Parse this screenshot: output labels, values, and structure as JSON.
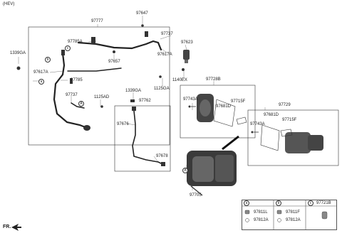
{
  "header": {
    "variant": "(HEV)",
    "front_marker": "FR."
  },
  "labels": {
    "p97647": "97647",
    "p97777": "97777",
    "p97737a": "97737",
    "p97785a": "97785A",
    "p97623": "97623",
    "p1339ga_a": "1339GA",
    "p97617a_a": "97617A",
    "p97657": "97657",
    "p97617a_b": "97617A",
    "p97785": "97785",
    "p1125ga": "1125GA",
    "p1140ex": "1140EX",
    "p97728b": "97728B",
    "p97737b": "97737",
    "p1125ad": "1125AD",
    "p1339ga_b": "1339GA",
    "p97762": "97762",
    "p97743a_a": "97743A",
    "p97681d_a": "97681D",
    "p97715f_a": "97715F",
    "p97729": "97729",
    "p97676": "97676",
    "p97681d_b": "97681D",
    "p97743a_b": "97743A",
    "p97715f_b": "97715F",
    "p97678": "97678",
    "p97705": "97705"
  },
  "callouts": {
    "a": "a",
    "b": "b",
    "c": "c",
    "A": "A"
  },
  "legend": {
    "a": {
      "key": "a",
      "items": [
        "97811L",
        "97812A"
      ]
    },
    "b": {
      "key": "b",
      "items": [
        "97811F",
        "97812A"
      ]
    },
    "c": {
      "key": "c",
      "items": [
        "97721B"
      ]
    }
  }
}
